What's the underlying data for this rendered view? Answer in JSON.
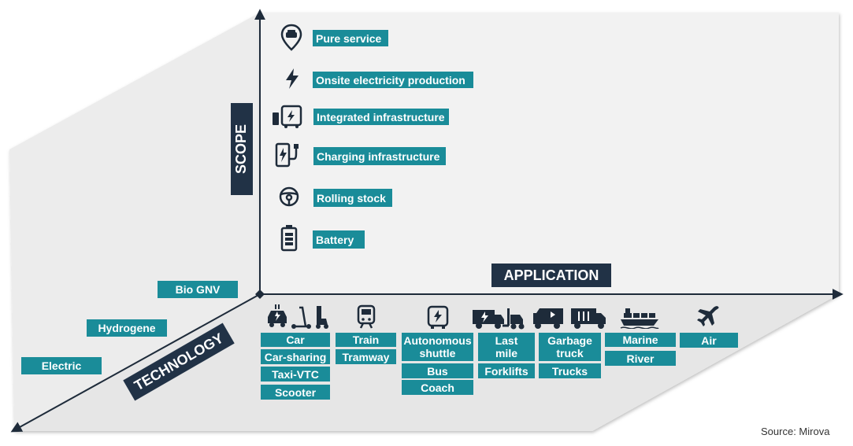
{
  "axes": {
    "scope": "SCOPE",
    "application": "APPLICATION",
    "technology": "TECHNOLOGY"
  },
  "scope_items": [
    {
      "label": "Pure service",
      "icon": "location-pin-car-icon"
    },
    {
      "label": "Onsite electricity production",
      "icon": "lightning-bolt-icon"
    },
    {
      "label": "Integrated infrastructure",
      "icon": "charger-bus-icon"
    },
    {
      "label": "Charging infrastructure",
      "icon": "charging-station-icon"
    },
    {
      "label": "Rolling stock",
      "icon": "steering-wheel-icon"
    },
    {
      "label": "Battery",
      "icon": "battery-icon"
    }
  ],
  "technology_items": [
    "Bio GNV",
    "Hydrogene",
    "Electric"
  ],
  "application_groups": [
    {
      "icon": "car-scooter-moped-icon",
      "items": [
        "Car",
        "Car-sharing",
        "Taxi-VTC",
        "Scooter"
      ]
    },
    {
      "icon": "train-icon",
      "items": [
        "Train",
        "Tramway"
      ]
    },
    {
      "icon": "electric-bus-icon",
      "items": [
        "Autonomous shuttle",
        "Bus",
        "Coach"
      ]
    },
    {
      "icon": "delivery-van-forklift-icon",
      "items": [
        "Last mile",
        "Forklifts"
      ]
    },
    {
      "icon": "garbage-truck-icon",
      "items": [
        "Garbage truck",
        "Trucks"
      ]
    },
    {
      "icon": "cargo-ship-icon",
      "items": [
        "Marine",
        "River"
      ]
    },
    {
      "icon": "airplane-icon",
      "items": [
        "Air"
      ]
    }
  ],
  "source": "Source: Mirova",
  "colors": {
    "teal": "#1a8c99",
    "navy": "#213246",
    "panel": "#f0f0f0",
    "axis": "#1e2b3a"
  }
}
